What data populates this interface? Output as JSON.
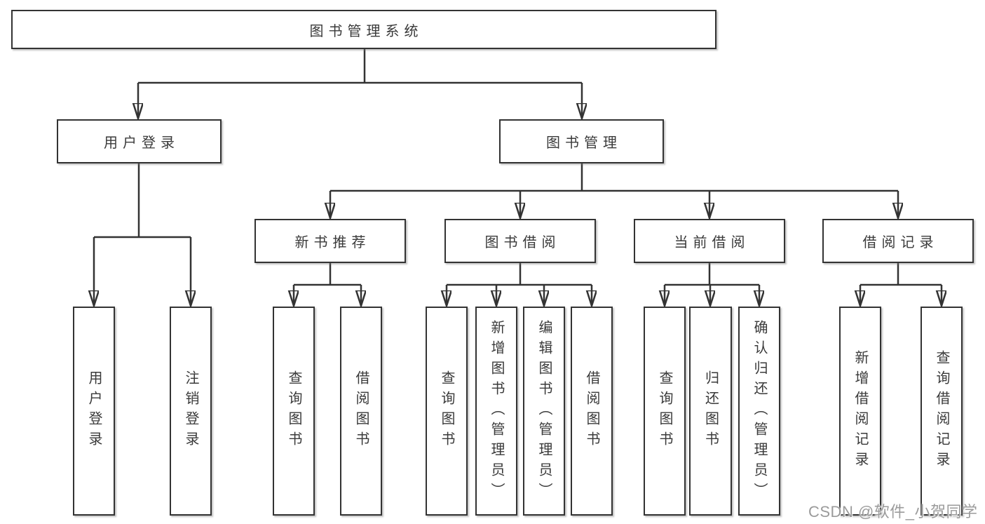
{
  "colors": {
    "line": "#333333",
    "box_border": "#333333",
    "text": "#3a3a3a",
    "background": "#ffffff",
    "watermark": "#9b9b9b"
  },
  "tree": {
    "root": "图书管理系统",
    "branches": [
      {
        "label": "用户登录",
        "children": [
          "用户登录",
          "注销登录"
        ]
      },
      {
        "label": "图书管理",
        "children": [
          {
            "label": "新书推荐",
            "children": [
              "查询图书",
              "借阅图书"
            ]
          },
          {
            "label": "图书借阅",
            "children": [
              "查询图书",
              "新增图书（管理员）",
              "编辑图书（管理员）",
              "借阅图书"
            ]
          },
          {
            "label": "当前借阅",
            "children": [
              "查询图书",
              "归还图书",
              "确认归还（管理员）"
            ]
          },
          {
            "label": "借阅记录",
            "children": [
              "新增借阅记录",
              "查询借阅记录"
            ]
          }
        ]
      }
    ]
  },
  "watermark": "CSDN @软件_小贺同学"
}
